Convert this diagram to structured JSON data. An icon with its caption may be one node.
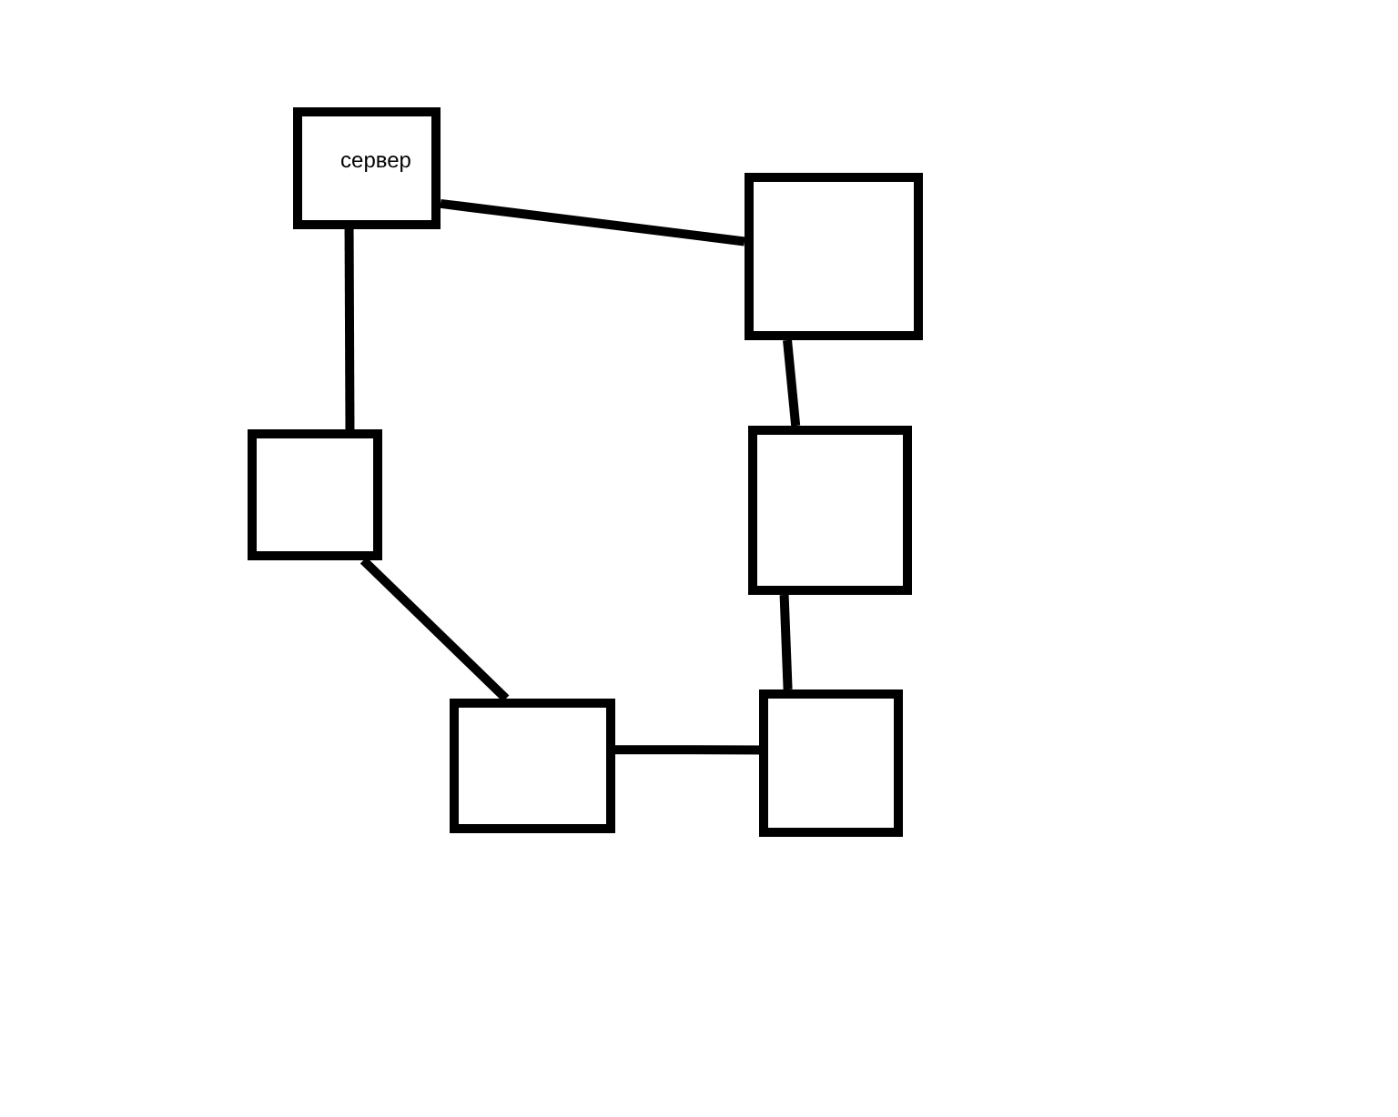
{
  "diagram": {
    "nodes": [
      {
        "text": [
          "сервер"
        ]
      },
      {
        "text": [],
        "shape": "box"
      },
      {
        "text": [],
        "shape": "box"
      },
      {
        "text": [],
        "shape": "box"
      },
      {
        "text": [],
        "shape": "box"
      },
      {
        "text": [],
        "shape": "box"
      }
    ],
    "edges": [
      {
        "from": 0,
        "to": 1,
        "arrow": "none"
      },
      {
        "from": 0,
        "to": 2,
        "arrow": "none"
      },
      {
        "from": 1,
        "to": 3,
        "arrow": "none"
      },
      {
        "from": 2,
        "to": 4,
        "arrow": "none"
      },
      {
        "from": 3,
        "to": 5,
        "arrow": "none"
      },
      {
        "from": 4,
        "to": 5,
        "arrow": "none"
      }
    ]
  }
}
